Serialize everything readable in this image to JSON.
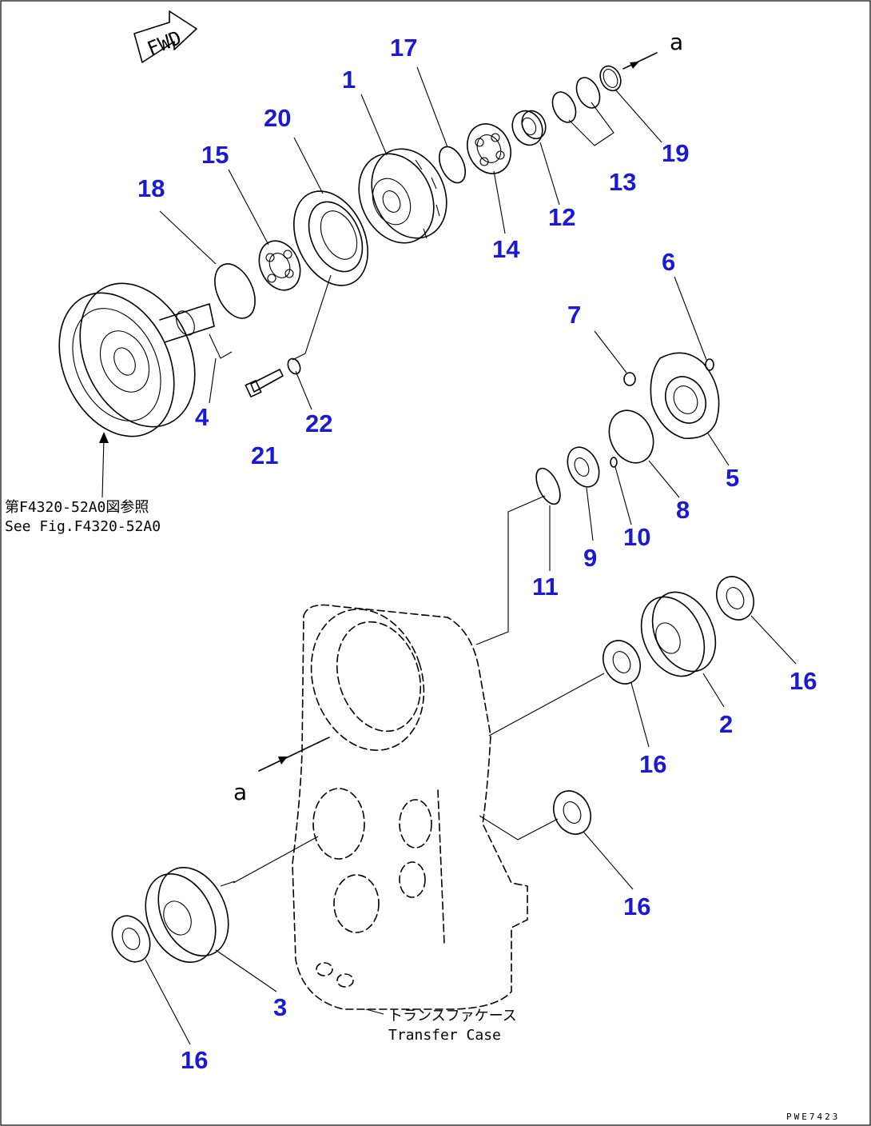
{
  "direction_label": "FWD",
  "reference_mark": "a",
  "reference_note": {
    "japanese": "第F4320-52A0図参照",
    "english": "See Fig.F4320-52A0"
  },
  "case_label": {
    "japanese": "トランスファケース",
    "english": "Transfer Case"
  },
  "drawing_code": "PWE7423",
  "callouts": {
    "c1": "1",
    "c2": "2",
    "c3": "3",
    "c4": "4",
    "c5": "5",
    "c6": "6",
    "c7": "7",
    "c8": "8",
    "c9": "9",
    "c10": "10",
    "c11": "11",
    "c12": "12",
    "c13": "13",
    "c14": "14",
    "c15": "15",
    "c16a": "16",
    "c16b": "16",
    "c16c": "16",
    "c16d": "16",
    "c17": "17",
    "c18": "18",
    "c19": "19",
    "c20": "20",
    "c21": "21",
    "c22": "22"
  },
  "colors": {
    "callout": "#1a1ad6",
    "linework": "#000000"
  }
}
